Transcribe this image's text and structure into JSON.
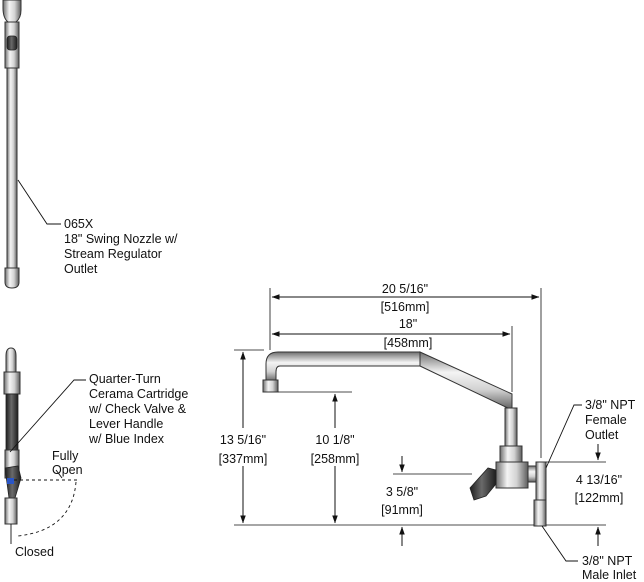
{
  "callouts": {
    "nozzle": {
      "part_no": "065X",
      "lines": [
        "18\" Swing Nozzle w/",
        "Stream Regulator",
        "Outlet"
      ]
    },
    "cartridge": {
      "lines": [
        "Quarter-Turn",
        "Cerama Cartridge",
        "w/ Check Valve &",
        "Lever Handle",
        "w/ Blue Index"
      ]
    },
    "handle_positions": {
      "open": [
        "Fully",
        "Open"
      ],
      "closed": "Closed"
    },
    "female_outlet": [
      "3/8\" NPT",
      "Female",
      "Outlet"
    ],
    "male_inlet": [
      "3/8\" NPT",
      "Male Inlet"
    ]
  },
  "dimensions": {
    "overall_width": {
      "imperial": "20 5/16\"",
      "metric": "[516mm]"
    },
    "nozzle_length": {
      "imperial": "18\"",
      "metric": "[458mm]"
    },
    "overall_height": {
      "imperial": "13 5/16\"",
      "metric": "[337mm]"
    },
    "outlet_height": {
      "imperial": "10 1/8\"",
      "metric": "[258mm]"
    },
    "inlet_height": {
      "imperial": "3 5/8\"",
      "metric": "[91mm]"
    },
    "outlet_to_inlet": {
      "imperial": "4 13/16\"",
      "metric": "[122mm]"
    }
  },
  "colors": {
    "line": "#111111",
    "metal_light": "#f2f2f2",
    "metal_dark": "#7a7a7a",
    "handle_dark": "#2b2b2b",
    "index_blue": "#2a56c6"
  }
}
